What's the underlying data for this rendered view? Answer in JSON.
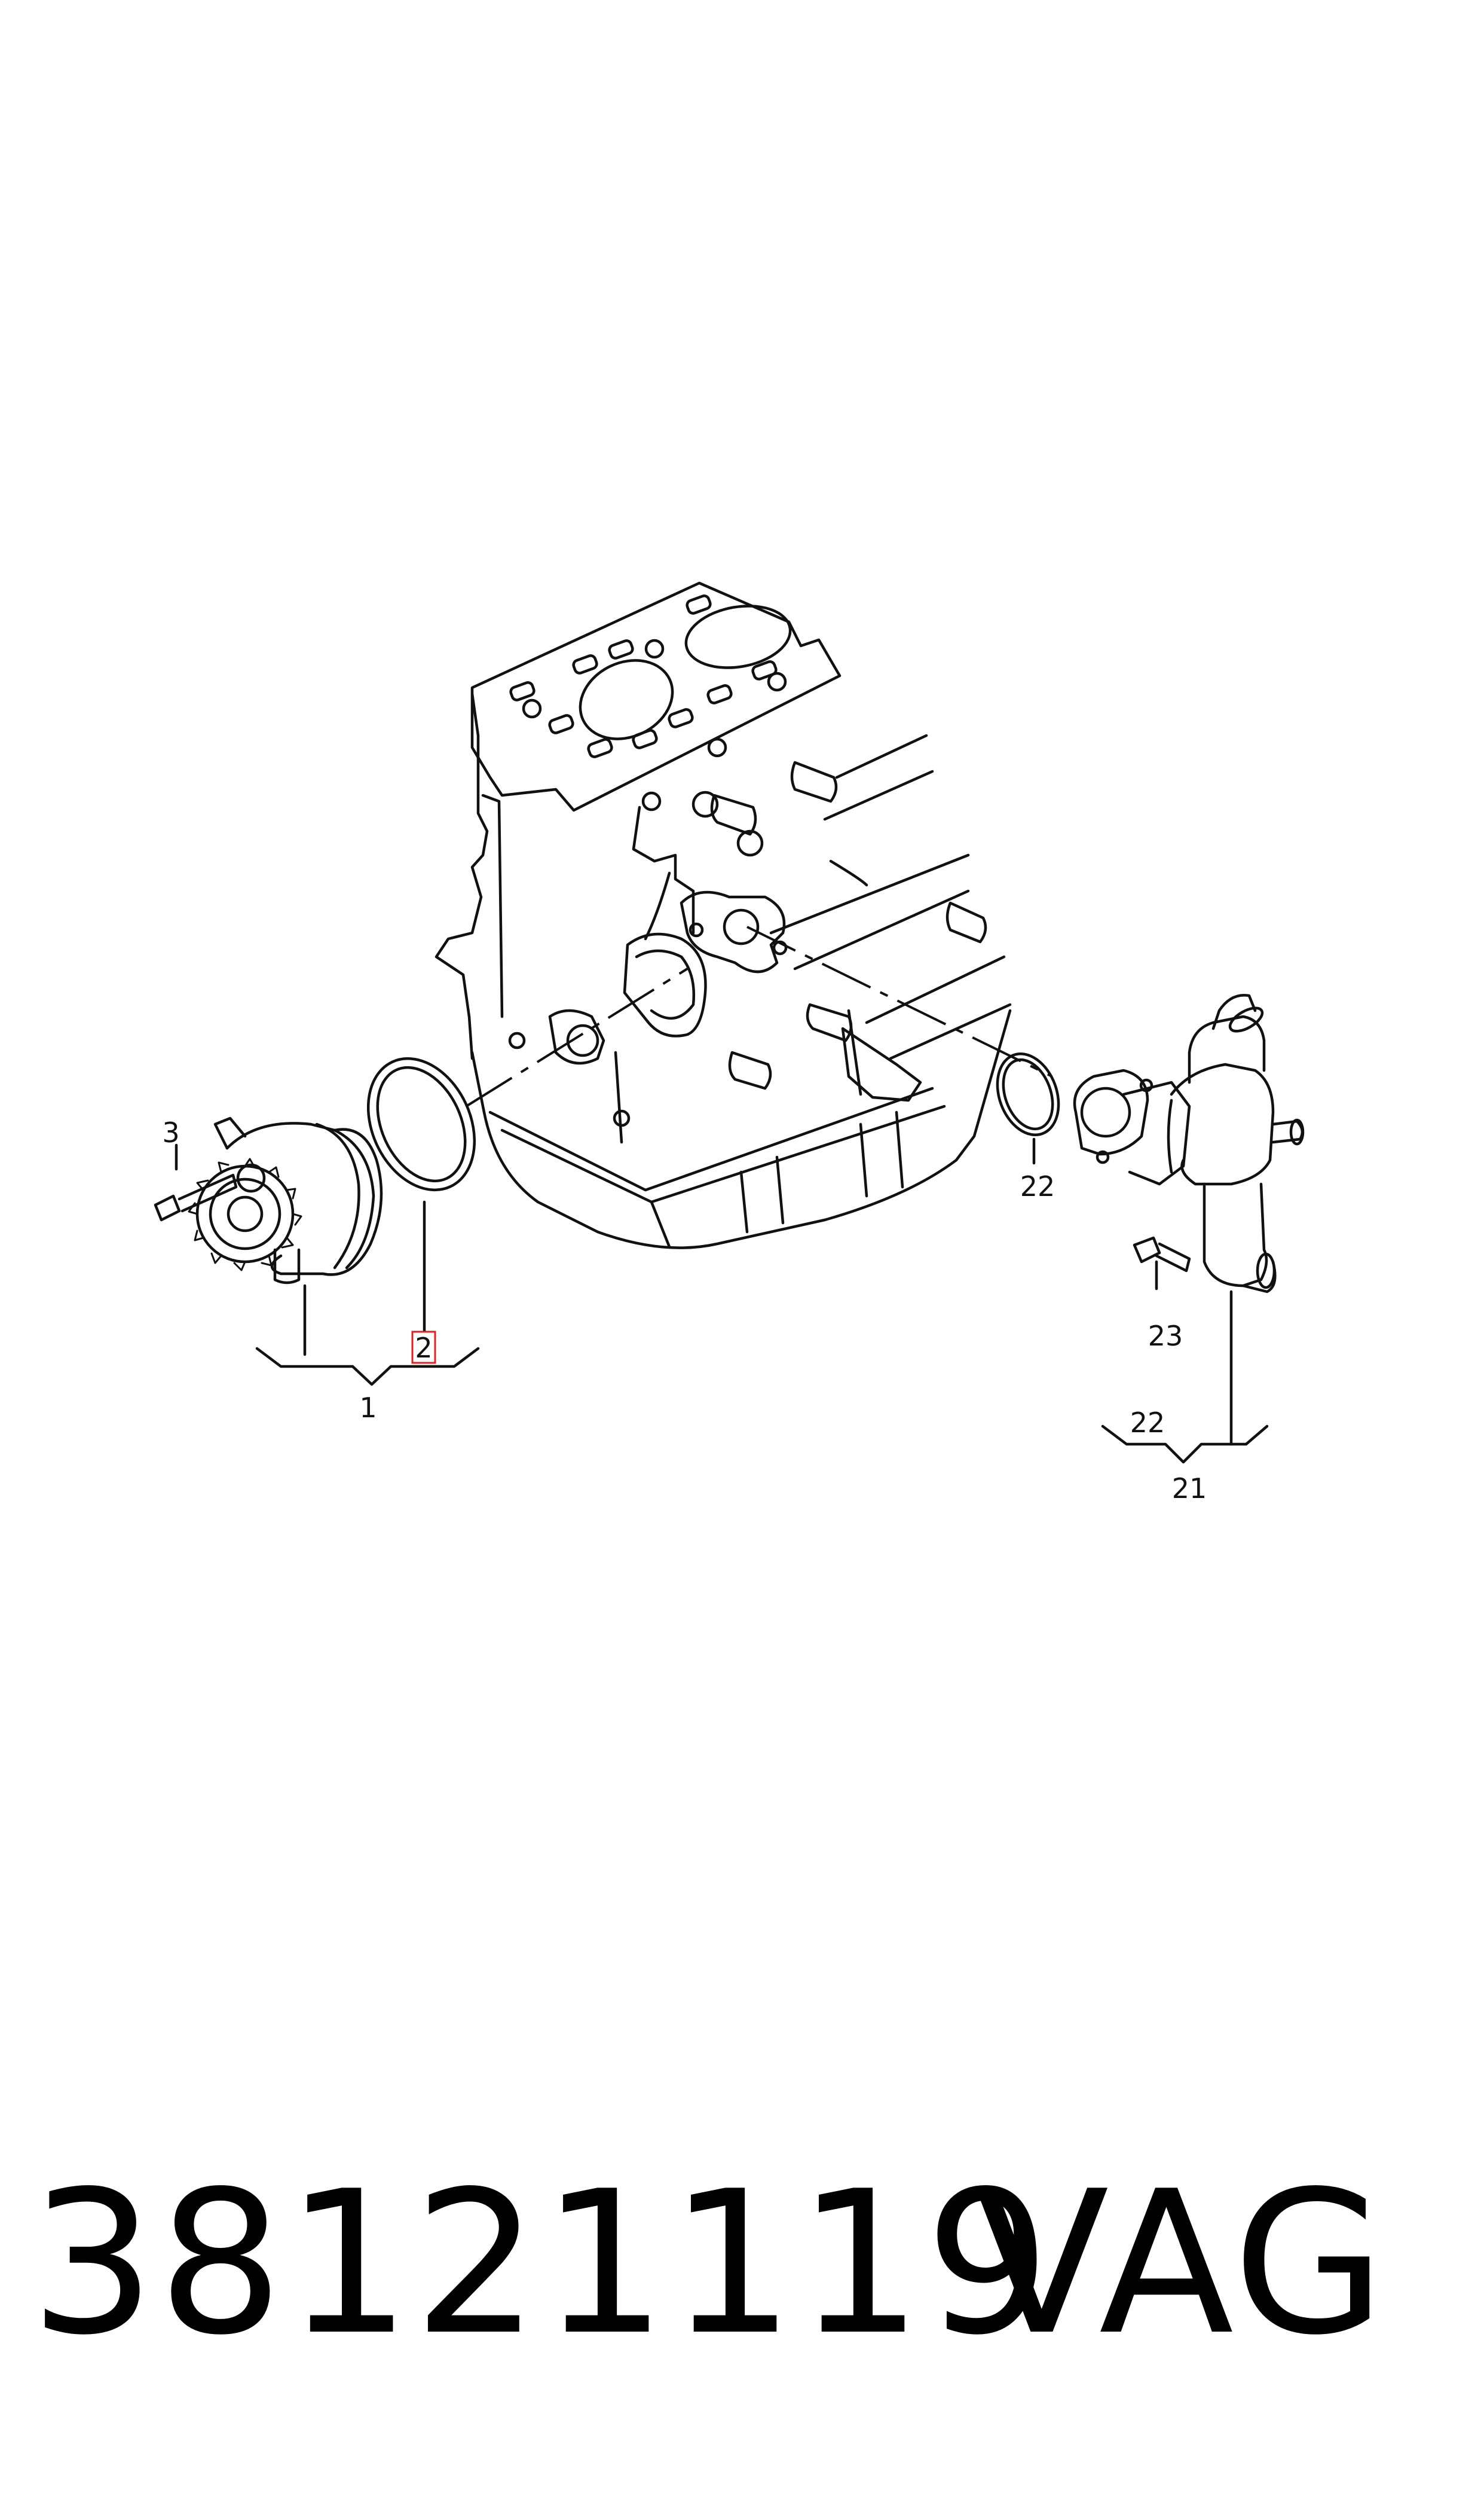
{
  "callouts": {
    "c1": "1",
    "c2": "2",
    "c3": "3",
    "c21": "21",
    "c22a": "22",
    "c22b": "22",
    "c23": "23"
  },
  "highlighted_callout": "2",
  "footer": {
    "part_number": "38121119",
    "brand": "VAG"
  },
  "colors": {
    "line": "#111111",
    "highlight": "#e02020",
    "background": "#ffffff"
  }
}
